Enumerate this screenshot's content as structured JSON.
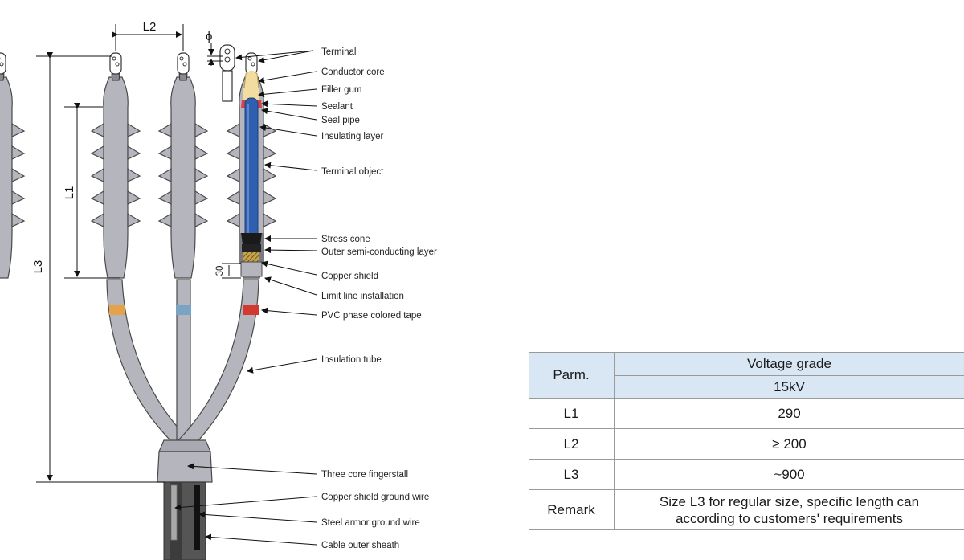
{
  "diagram": {
    "dimensions": {
      "l1": "L1",
      "l2": "L2",
      "l3": "L3",
      "phi": "ϕ",
      "d30": "30"
    },
    "callouts": [
      "Terminal",
      "Conductor core",
      "Filler gum",
      "Sealant",
      "Seal pipe",
      "Insulating layer",
      "Terminal object",
      "Stress cone",
      "Outer semi-conducting layer",
      "Copper shield",
      "Limit line installation",
      "PVC phase colored tape",
      "Insulation tube",
      "Three core fingerstall",
      "Copper shield ground wire",
      "Steel armor ground wire",
      "Cable outer sheath"
    ],
    "colors": {
      "body": "#b5b5bd",
      "outline": "#4a4a4a",
      "insulating_layer": "#2f5fae",
      "tape_phase_1": "#e6a24a",
      "tape_phase_2": "#7aa3c4",
      "tape_phase_3": "#d33a2f",
      "filler_gum": "#f2dca0",
      "sealant": "#d8434f",
      "sheath": "#555555"
    }
  },
  "table": {
    "header_param": "Parm.",
    "header_group": "Voltage grade",
    "header_voltage": "15kV",
    "rows": [
      {
        "param": "L1",
        "value": "290"
      },
      {
        "param": "L2",
        "value": "≥ 200"
      },
      {
        "param": "L3",
        "value": "~900"
      }
    ],
    "remark_label": "Remark",
    "remark_line1": "Size L3 for regular size, specific length can",
    "remark_line2": "according to customers' requirements"
  }
}
